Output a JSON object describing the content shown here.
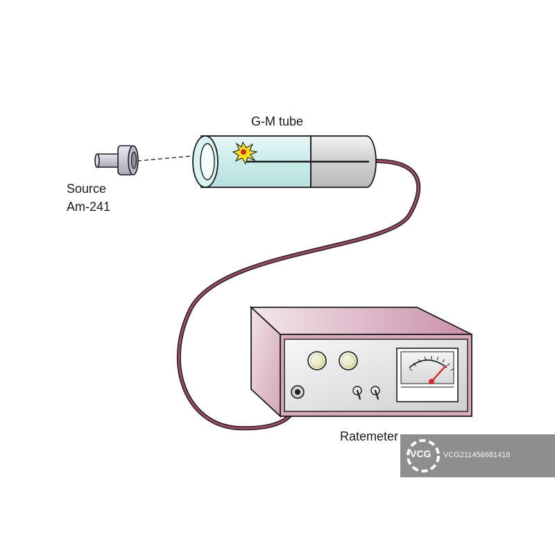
{
  "labels": {
    "gm_tube": "G-M tube",
    "source_line1": "Source",
    "source_line2": "Am-241",
    "ratemeter": "Ratemeter"
  },
  "watermark": {
    "brand": "VCG",
    "id": "VCG211456681418"
  },
  "colors": {
    "tube_glass": "#cfeeed",
    "tube_metal": "#d6d6d6",
    "cable": "#7a3b4d",
    "cabinet": "#dcb3c4",
    "panel": "#e2e2e2",
    "needle": "#d42a2a",
    "spark": "#f5e21a"
  },
  "meter": {
    "needle_reading_fraction": 0.85
  }
}
